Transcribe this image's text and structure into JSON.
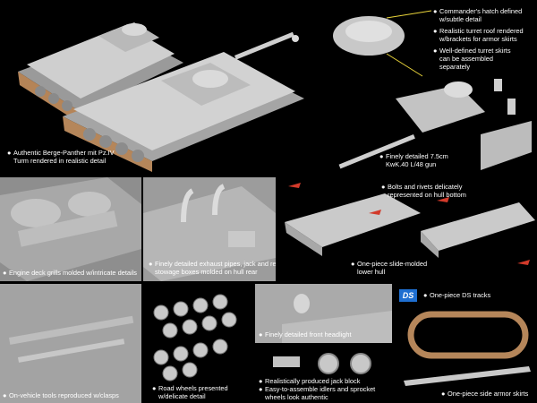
{
  "panels": {
    "p1": {
      "lines": [
        "Authentic Berge-Panther mit Pz.IV",
        "Turm rendered in realistic detail"
      ]
    },
    "p2": {
      "callouts": [
        [
          "Commander's hatch defined",
          "w/subtle detail"
        ],
        [
          "Realistic turret roof rendered",
          "w/brackets for armor skirts"
        ],
        [
          "Well-defined turret skirts",
          "can be assembled",
          "separately"
        ]
      ],
      "gun": [
        "Finely detailed 7.5cm",
        "KwK.40 L/48 gun"
      ]
    },
    "p3": {
      "lines": [
        "Engine deck grills molded w/intricate details"
      ]
    },
    "p4": {
      "lines": [
        "Finely detailed exhaust pipes, jack and rear",
        "stowage boxes molded on hull rear"
      ]
    },
    "p5": {
      "top": [
        "Bolts and rivets delicately",
        "represented on hull bottom"
      ],
      "bottom": [
        "One-piece slide-molded",
        "lower hull"
      ]
    },
    "p6": {
      "lines": [
        "On-vehicle tools reproduced w/clasps"
      ]
    },
    "p7": {
      "lines": [
        "Road wheels presented",
        "w/delicate detail"
      ]
    },
    "p8": {
      "lines": [
        "Finely detailed front headlight"
      ]
    },
    "p9": {
      "lines": [
        "Realistically produced jack block",
        "Easy-to-assemble idlers and sprocket",
        "wheels look authentic"
      ]
    },
    "p10": {
      "logo": "DS",
      "tracks": [
        "One-piece DS tracks"
      ],
      "skirts": [
        "One-piece side armor skirts"
      ]
    }
  },
  "colors": {
    "background": "#000000",
    "plastic": "#c9c9c9",
    "track": "#b5865a",
    "arrow": "#d23a2a"
  }
}
